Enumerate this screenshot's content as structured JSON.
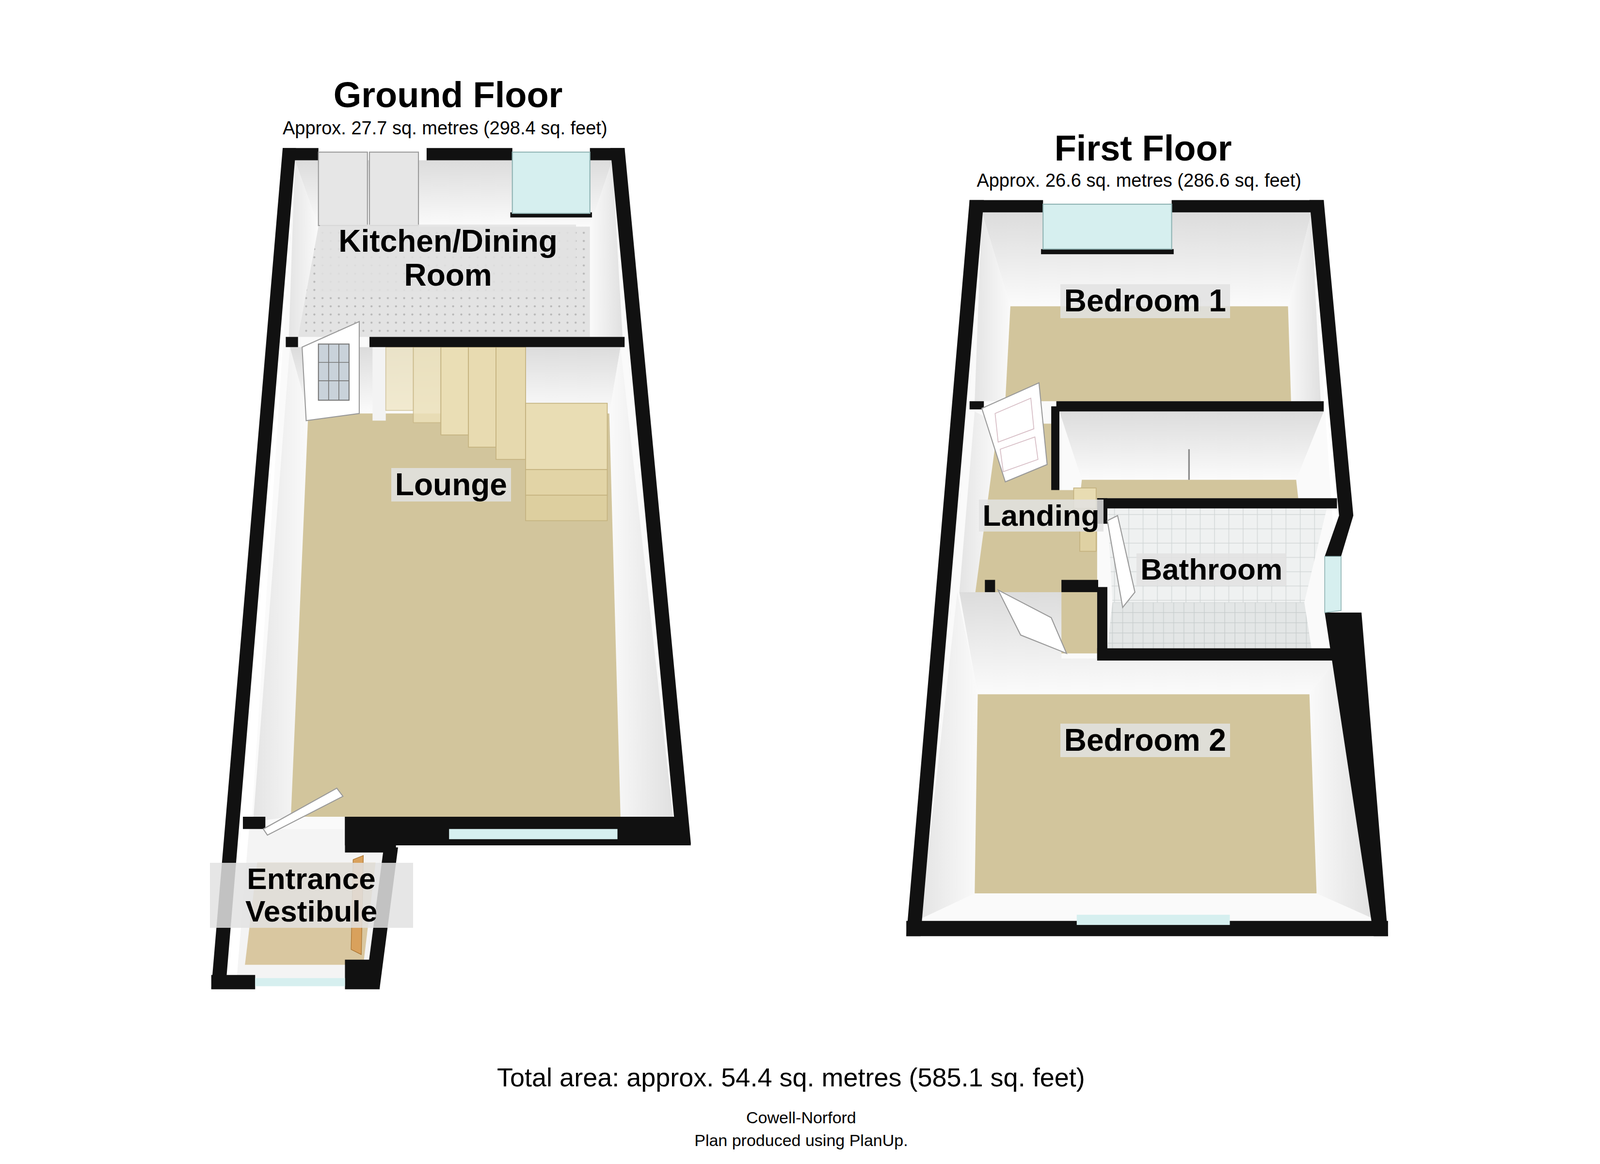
{
  "diagram": {
    "caption": "Total area: approx. 54.4 sq. metres (585.1 sq. feet)",
    "nodes": [
      {
        "text": [
          "Ground Floor",
          "Approx. 27.7 sq. metres (298.4 sq. feet)"
        ]
      },
      {
        "text": [
          "Kitchen/Dining Room"
        ],
        "in": 0
      },
      {
        "text": [
          "Lounge"
        ],
        "in": 0
      },
      {
        "text": [
          "Entrance Vestibule"
        ],
        "in": 0
      },
      {
        "text": [
          "First Floor",
          "Approx. 26.6 sq. metres (286.6 sq. feet)"
        ]
      },
      {
        "text": [
          "Bedroom 1"
        ],
        "in": 4
      },
      {
        "text": [
          "Landing"
        ],
        "in": 4
      },
      {
        "text": [
          "Bathroom"
        ],
        "in": 4
      },
      {
        "text": [
          "Bedroom 2"
        ],
        "in": 4
      }
    ],
    "labels": [
      "Cowell-Norford",
      "Plan produced using PlanUp."
    ]
  }
}
